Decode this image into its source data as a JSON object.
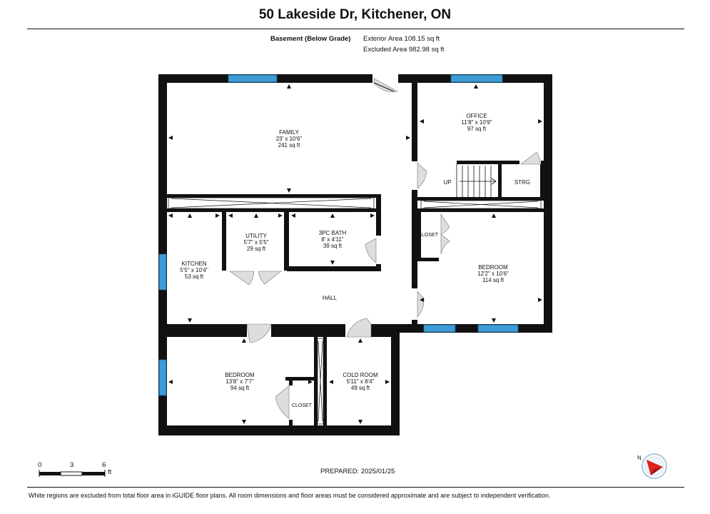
{
  "title": "50 Lakeside Dr, Kitchener, ON",
  "level": "Basement (Below Grade)",
  "exterior_area": "Exterior Area 108.15 sq ft",
  "excluded_area": "Excluded Area 982.98 sq ft",
  "rooms": {
    "family": {
      "name": "FAMILY",
      "dims": "23' x 10'6\"",
      "area": "241 sq ft"
    },
    "office": {
      "name": "OFFICE",
      "dims": "11'8\" x 10'9\"",
      "area": "97 sq ft"
    },
    "utility": {
      "name": "UTILITY",
      "dims": "5'7\" x 5'5\"",
      "area": "29 sq ft"
    },
    "bath": {
      "name": "3PC BATH",
      "dims": "8' x 4'11\"",
      "area": "39 sq ft"
    },
    "kitchen": {
      "name": "KITCHEN",
      "dims": "5'5\" x 10'4\"",
      "area": "53 sq ft"
    },
    "bedroom_right": {
      "name": "BEDROOM",
      "dims": "12'2\" x 10'6\"",
      "area": "114 sq ft"
    },
    "bedroom_left": {
      "name": "BEDROOM",
      "dims": "13'8\" x 7'7\"",
      "area": "94 sq ft"
    },
    "cold_room": {
      "name": "COLD ROOM",
      "dims": "5'11\" x 8'4\"",
      "area": "49 sq ft"
    }
  },
  "labels": {
    "hall": "HALL",
    "up": "UP",
    "strg": "STRG",
    "closet_right": "CLOSET",
    "closet_left": "CLOSET"
  },
  "scale": {
    "t0": "0",
    "t3": "3",
    "t6": "6",
    "unit": "ft"
  },
  "compass": "N",
  "prepared": "PREPARED: 2025/01/25",
  "footer": "White regions are excluded from total floor area in iGUIDE floor plans. All room dimensions and floor areas must be considered approximate and are subject to independent verification.",
  "colors": {
    "wall": "#111111",
    "window": "#3d9bd6",
    "door_swing": "#d9d9d9",
    "compass_red": "#e0201a"
  }
}
